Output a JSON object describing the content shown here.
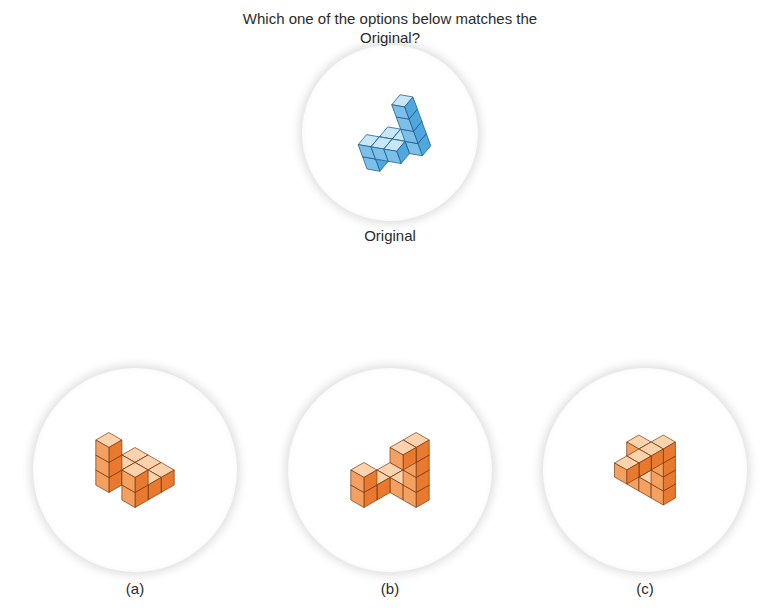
{
  "diagram": {
    "title": "Which one of the options below matches the Original?",
    "nodes": [
      {
        "text": [
          "Original"
        ]
      },
      {
        "text": [
          "(a)"
        ]
      },
      {
        "text": [
          "(b)"
        ]
      },
      {
        "text": [
          "(c)"
        ]
      }
    ]
  }
}
